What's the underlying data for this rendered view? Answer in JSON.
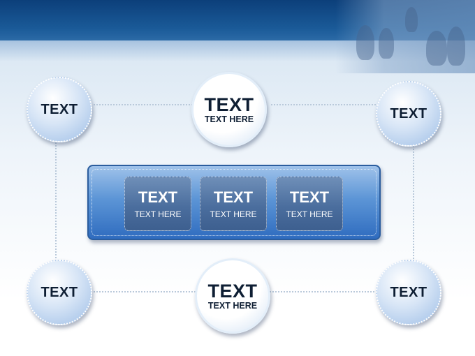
{
  "nodes": {
    "top_left": {
      "title": "TEXT"
    },
    "top_center": {
      "title": "TEXT",
      "subtitle": "TEXT HERE"
    },
    "top_right": {
      "title": "TEXT"
    },
    "bottom_left": {
      "title": "TEXT"
    },
    "bottom_center": {
      "title": "TEXT",
      "subtitle": "TEXT HERE"
    },
    "bottom_right": {
      "title": "TEXT"
    }
  },
  "center_boxes": [
    {
      "title": "TEXT",
      "subtitle": "TEXT HERE"
    },
    {
      "title": "TEXT",
      "subtitle": "TEXT HERE"
    },
    {
      "title": "TEXT",
      "subtitle": "TEXT HERE"
    }
  ],
  "colors": {
    "header": "#0c3f7a",
    "node_text": "#0e1e33",
    "panel_blue": "#2f6cbf",
    "box_blue": "#4b6e9e",
    "connector": "#b9c9da"
  }
}
